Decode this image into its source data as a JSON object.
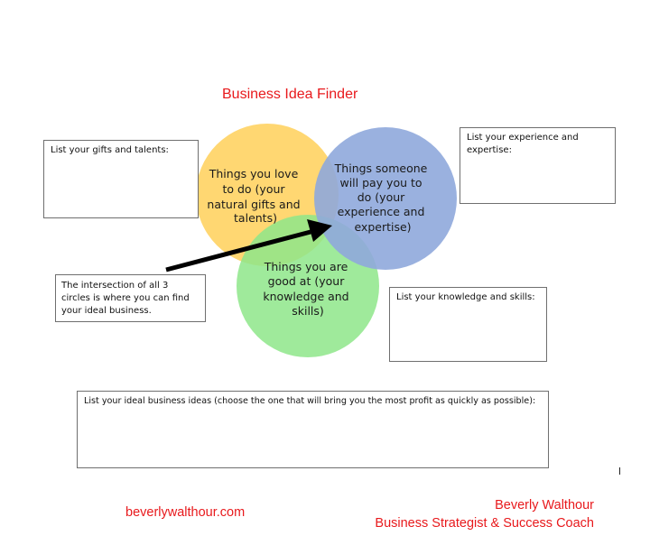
{
  "title": "Business Idea Finder",
  "circles": {
    "love": {
      "lines": [
        "Things you love",
        "to do (your",
        "natural gifts and",
        "talents)"
      ],
      "color": "#ffd466"
    },
    "pay": {
      "lines": [
        "Things someone",
        "will pay you to",
        "do (your",
        "experience and",
        "expertise)"
      ],
      "color": "#8fa9db"
    },
    "good": {
      "lines": [
        "Things you are",
        "good at (your",
        "knowledge and",
        "skills)"
      ],
      "color": "#8ee68a"
    }
  },
  "boxes": {
    "gifts": "List your gifts and talents:",
    "experience": "List your experience and expertise:",
    "intersection": "The intersection of all 3 circles is where you can find your ideal business.",
    "knowledge": "List your knowledge and skills:",
    "ideas": "List your ideal business ideas (choose the one that will bring you the most profit as quickly as possible):"
  },
  "footer": {
    "website": "beverlywalthour.com",
    "name": "Beverly Walthour",
    "role": "Business Strategist & Success Coach"
  },
  "colors": {
    "accent": "#e8191c",
    "arrow": "#000000"
  }
}
